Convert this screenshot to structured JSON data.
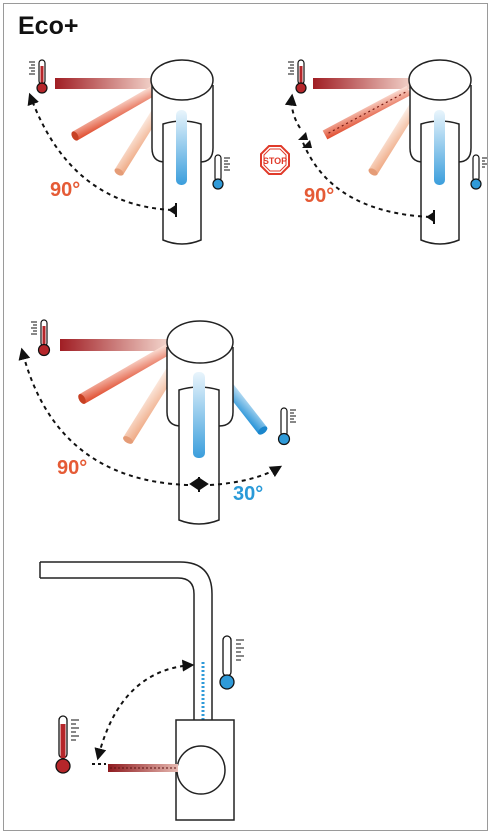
{
  "title": "Eco+",
  "panels": {
    "panel1": {
      "angle_label": "90°"
    },
    "panel2": {
      "angle_label": "90°",
      "stop_label": "STOP"
    },
    "panel3": {
      "hot_angle_label": "90°",
      "cold_angle_label": "30°"
    }
  },
  "colors": {
    "hot": "#b5262a",
    "warm": "#e25f3b",
    "cold": "#2f9ad8",
    "angle_hot": "#e55b36",
    "angle_cold": "#2a9ad8"
  }
}
